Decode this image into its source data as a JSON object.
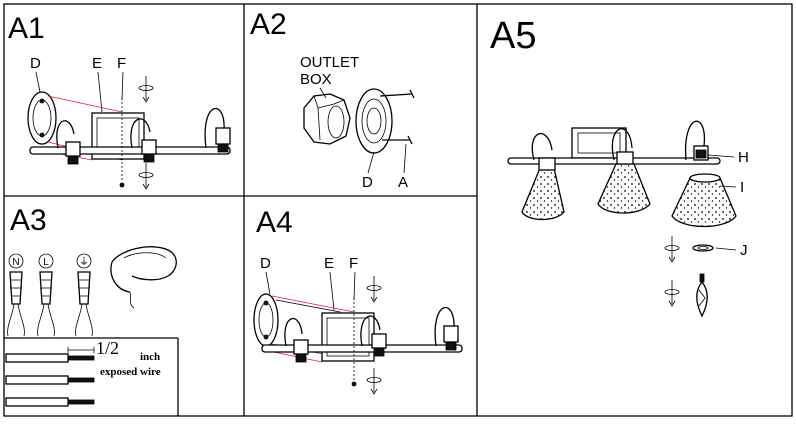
{
  "panels": {
    "a1": {
      "title": "A1",
      "labels": {
        "d": "D",
        "e": "E",
        "f": "F"
      }
    },
    "a2": {
      "title": "A2",
      "outlet_line1": "OUTLET",
      "outlet_line2": "BOX",
      "labels": {
        "d": "D",
        "a": "A"
      }
    },
    "a3": {
      "title": "A3",
      "wire_symbols": [
        "N",
        "L",
        "⏚"
      ],
      "measure": "1/2",
      "measure_unit": "inch",
      "measure_caption": "exposed wire"
    },
    "a4": {
      "title": "A4",
      "labels": {
        "d": "D",
        "e": "E",
        "f": "F"
      }
    },
    "a5": {
      "title": "A5",
      "labels": {
        "h": "H",
        "i": "I",
        "j": "J"
      }
    }
  }
}
